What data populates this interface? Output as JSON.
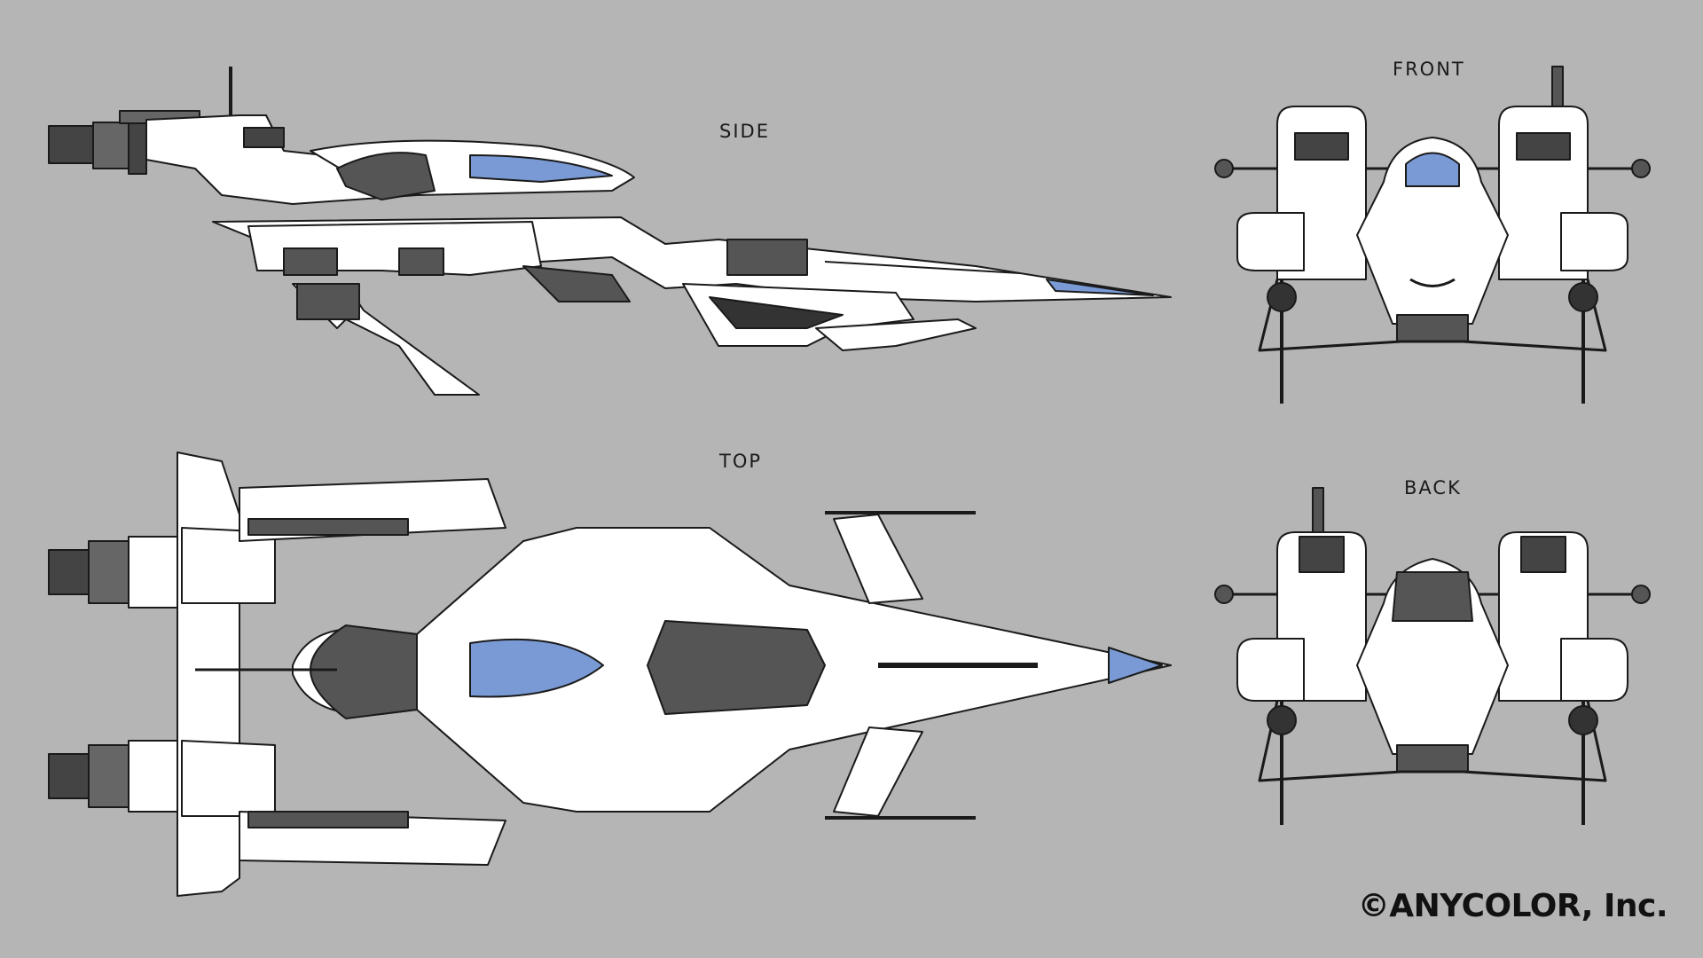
{
  "views": {
    "side_label": "SIDE",
    "top_label": "TOP",
    "front_label": "FRONT",
    "back_label": "BACK"
  },
  "copyright": "©ANYCOLOR, Inc.",
  "colors": {
    "background": "#b5b5b5",
    "hull": "#ffffff",
    "line": "#1a1a1a",
    "detail": "#555555",
    "canopy": "#7a9ad6"
  }
}
